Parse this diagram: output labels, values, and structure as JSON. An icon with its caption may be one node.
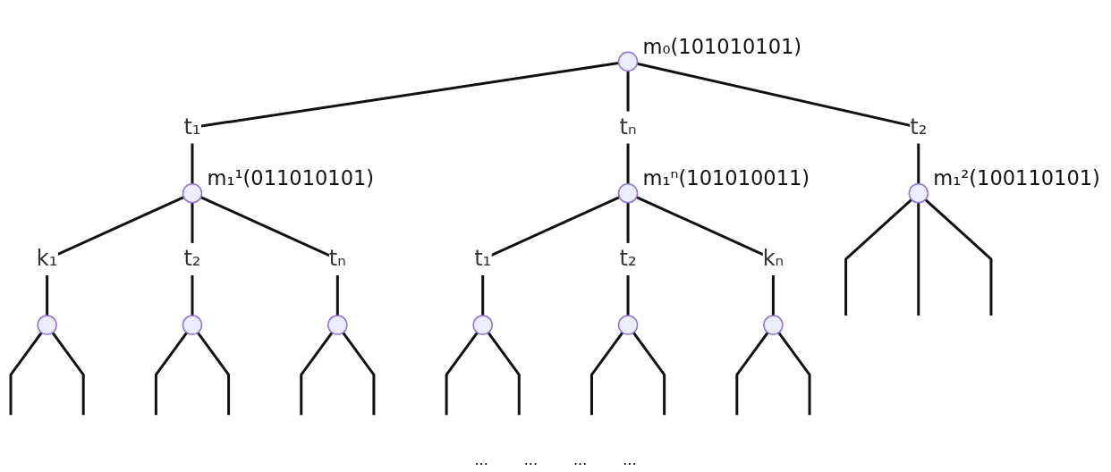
{
  "diagram": {
    "nodes": [
      {
        "text": [],
        "shape": "circle",
        "beside": [
          "m₀(101010101)"
        ]
      },
      {
        "text": [],
        "shape": "circle",
        "beside": [
          "m₁¹(011010101)"
        ]
      },
      {
        "text": [],
        "shape": "circle",
        "beside": [
          "m₁²(100110101)"
        ]
      },
      {
        "text": [],
        "shape": "circle",
        "beside": [
          "m₁ⁿ(101010011)"
        ]
      },
      {
        "text": [],
        "shape": "circle"
      },
      {
        "text": [],
        "shape": "circle"
      },
      {
        "text": [],
        "shape": "circle"
      },
      {
        "text": [],
        "shape": "circle"
      },
      {
        "text": [],
        "shape": "circle"
      },
      {
        "text": [],
        "shape": "circle"
      }
    ],
    "edges": [
      {
        "from": 0,
        "to": 1,
        "arrow": "none",
        "label": "t₁"
      },
      {
        "from": 0,
        "to": 2,
        "arrow": "none",
        "label": "t₂"
      },
      {
        "from": 0,
        "to": 3,
        "arrow": "none",
        "label": "tₙ"
      },
      {
        "from": 1,
        "to": 4,
        "arrow": "none",
        "label": "k₁"
      },
      {
        "from": 1,
        "to": 5,
        "arrow": "none",
        "label": "t₂"
      },
      {
        "from": 1,
        "to": 6,
        "arrow": "none",
        "label": "tₙ"
      },
      {
        "from": 2,
        "to": null,
        "arrow": "none"
      },
      {
        "from": 2,
        "to": null,
        "arrow": "none"
      },
      {
        "from": 2,
        "to": null,
        "arrow": "none"
      },
      {
        "from": 3,
        "to": 7,
        "arrow": "none",
        "label": "t₁"
      },
      {
        "from": 3,
        "to": 8,
        "arrow": "none",
        "label": "t₂"
      },
      {
        "from": 3,
        "to": 9,
        "arrow": "none",
        "label": "kₙ"
      },
      {
        "from": 4,
        "to": null,
        "arrow": "none"
      },
      {
        "from": 4,
        "to": null,
        "arrow": "none"
      },
      {
        "from": 5,
        "to": null,
        "arrow": "none"
      },
      {
        "from": 5,
        "to": null,
        "arrow": "none"
      },
      {
        "from": 6,
        "to": null,
        "arrow": "none"
      },
      {
        "from": 6,
        "to": null,
        "arrow": "none"
      },
      {
        "from": 7,
        "to": null,
        "arrow": "none"
      },
      {
        "from": 7,
        "to": null,
        "arrow": "none"
      },
      {
        "from": 8,
        "to": null,
        "arrow": "none"
      },
      {
        "from": 8,
        "to": null,
        "arrow": "none"
      },
      {
        "from": 9,
        "to": null,
        "arrow": "none"
      },
      {
        "from": 9,
        "to": null,
        "arrow": "none"
      }
    ],
    "labels": [
      "...",
      "...",
      "...",
      "..."
    ]
  }
}
